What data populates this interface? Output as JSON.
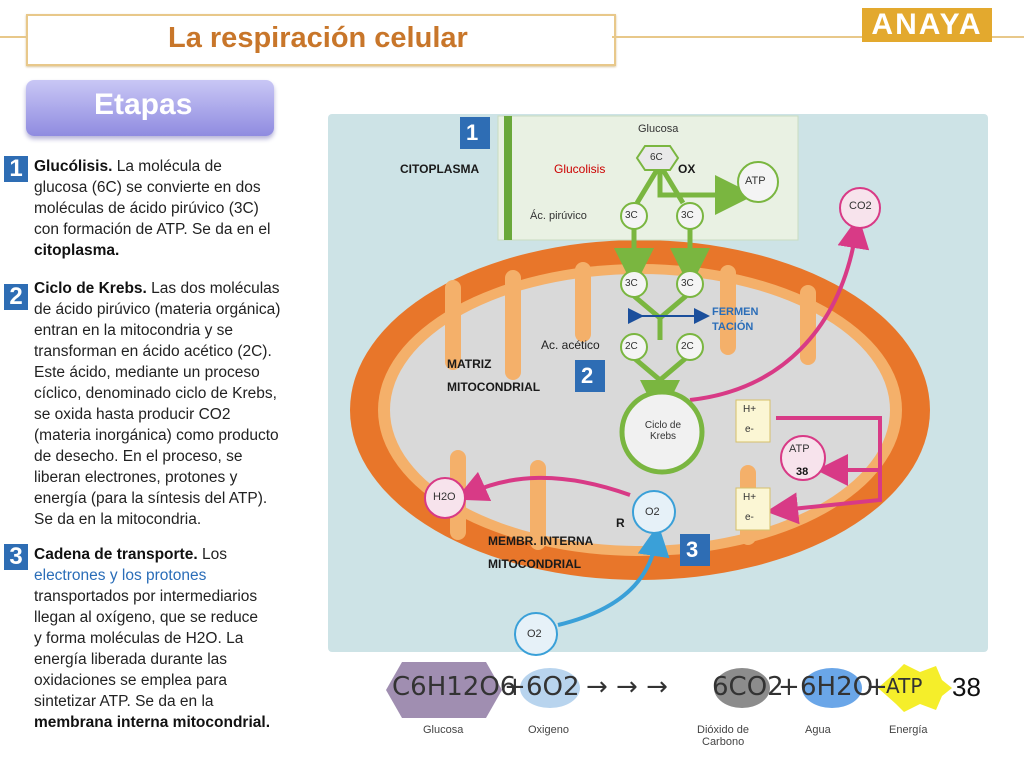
{
  "header": {
    "title": "La respiración celular",
    "brand": "ANAYA"
  },
  "etapas_label": "Etapas",
  "steps": [
    {
      "number": "1",
      "title": "Glucólisis.",
      "lines": [
        "La molécula de",
        "glucosa (6C) se convierte en dos",
        "moléculas de ácido pirúvico (3C)",
        "con formación de ATP. Se da en el",
        "citoplasma."
      ]
    },
    {
      "number": "2",
      "title": "Ciclo de Krebs.",
      "lines": [
        "Las dos moléculas",
        "de ácido pirúvico (materia orgánica)",
        "entran en la mitocondria y se",
        "transforman en ácido acético (2C).",
        "Este ácido, mediante un proceso",
        "cíclico, denominado ciclo de Krebs,",
        "se oxida hasta producir CO2",
        "(materia inorgánica) como producto",
        "de desecho. En el proceso, se",
        "liberan electrones, protones y",
        "energía (para la síntesis del ATP).",
        "Se da en la mitocondria."
      ]
    },
    {
      "number": "3",
      "title": "Cadena de transporte.",
      "lines": [
        "Los",
        "electrones y los protones",
        "transportados por intermediarios",
        "llegan al oxígeno, que se reduce",
        "y forma moléculas de H2O. La",
        "energía liberada durante las",
        "oxidaciones se emplea para",
        "sintetizar ATP. Se da en la",
        "membrana interna mitocondrial."
      ]
    }
  ],
  "diagram": {
    "stage_numbers": [
      "1",
      "2",
      "3"
    ],
    "glucosa_label": "Glucosa",
    "glucose_node": "6C",
    "piruvico_label": "Ác. pirúvico",
    "three_c": "3C",
    "two_c": "2C",
    "atp": "ATP",
    "atp38": "ATP",
    "atp38_count": "38",
    "co2": "CO2",
    "h_plus": "H+",
    "e_minus": "e-",
    "h2o": "H2O",
    "o2": "O2",
    "krebs": "Ciclo de Krebs",
    "annotations": {
      "citoplasma": "CITOPLASMA",
      "glucolisis": "Glucolisis",
      "ox": "OX",
      "fermentacion_1": "FERMEN",
      "fermentacion_2": "TACIÓN",
      "ac_acetico": "Ac. acético",
      "matriz_1": "MATRIZ",
      "matriz_2": "MITOCONDRIAL",
      "r": "R",
      "membr_1": "MEMBR. INTERNA",
      "membr_2": "MITOCONDRIAL"
    }
  },
  "equation": {
    "glucosa_formula": "C6H12O6",
    "plus1": "+",
    "o2_formula": "6O2",
    "arrows": "→   →   →",
    "co2_formula": "6CO2",
    "plus2": "+",
    "h2o_formula": "6H2O",
    "plus3": "+",
    "atp": "ATP",
    "count": "38",
    "labels": {
      "glucosa": "Glucosa",
      "oxigeno": "Oxigeno",
      "dioxido_1": "Dióxido de",
      "dioxido_2": "Carbono",
      "agua": "Agua",
      "energia": "Energía"
    }
  },
  "colors": {
    "title": "#c8762a",
    "brand_bg": "#e3a92e",
    "step_number_bg": "#2e6db4",
    "highlight_text": "#2a6db8",
    "mitochondria_outer": "#e8762a",
    "mitochondria_inner": "#d8d8d8",
    "cytoplasm_box": "#e9f1e3",
    "arrow_green": "#7ab640",
    "arrow_pink": "#d83a86",
    "arrow_blue": "#3aa0d8",
    "glucolisis_label": "#cc0000"
  }
}
